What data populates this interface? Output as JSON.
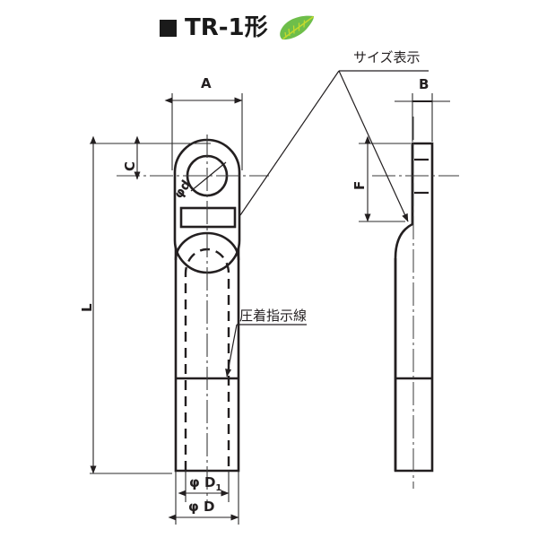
{
  "header": {
    "bullet": "■",
    "title": "TR-1形",
    "eco_icon": "leaf-icon",
    "leaf_color": "#6ebe4a",
    "leaf_vein_color": "#c3d92e"
  },
  "annotations": {
    "size_display": "サイズ表示",
    "crimp_line": "圧着指示線"
  },
  "dimensions": {
    "a": "A",
    "b": "B",
    "c": "C",
    "f": "F",
    "l": "L",
    "phi_d_small": "φd",
    "phi_D1_prefix": "φ D",
    "phi_D1_sub": "1",
    "phi_D": "φ D"
  },
  "colors": {
    "background": "#ffffff",
    "line": "#231f20",
    "thin_line": "#2b2b2b",
    "text": "#231f20"
  },
  "views": {
    "front_view": "front-view-tr1-terminal",
    "side_view": "side-view-tr1-terminal"
  }
}
